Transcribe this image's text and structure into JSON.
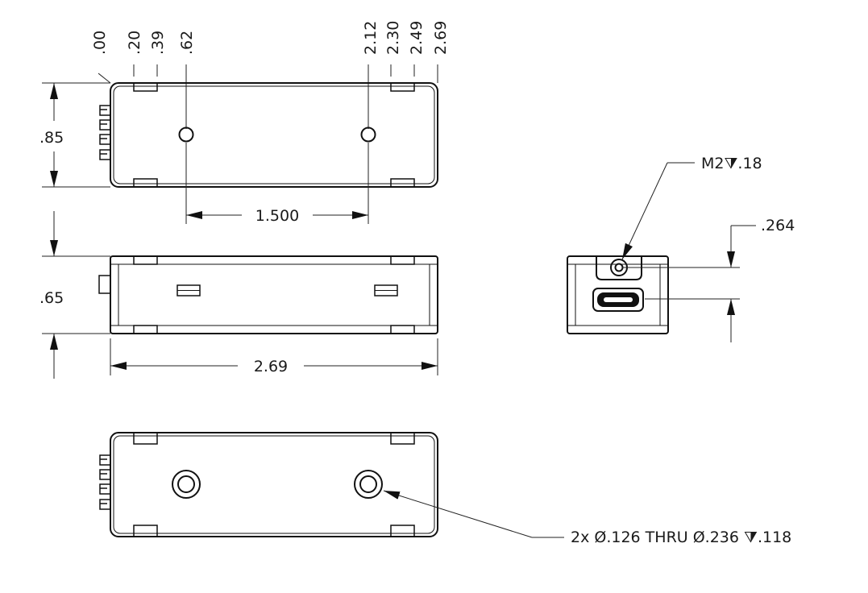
{
  "top_ordinates": [
    ".00",
    ".20",
    ".39",
    ".62",
    "2.12",
    "2.30",
    "2.49",
    "2.69"
  ],
  "dims": {
    "height_top": ".85",
    "hole_spacing": "1.500",
    "height_side": ".65",
    "length": "2.69",
    "end_offset": ".264"
  },
  "callouts": {
    "thread": "M2⧩.18",
    "holes": "2x Ø.126 THRU Ø.236 ⧩.118"
  }
}
